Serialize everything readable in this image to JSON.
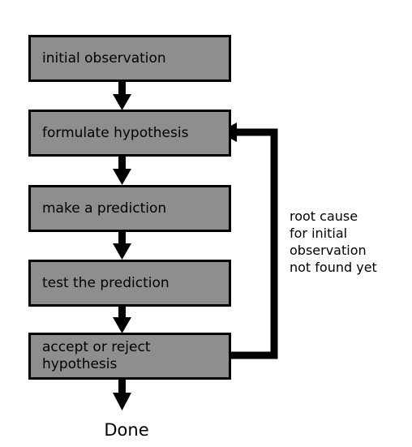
{
  "diagram": {
    "steps": [
      {
        "id": "initial-observation",
        "lines": [
          "initial observation"
        ]
      },
      {
        "id": "formulate-hypothesis",
        "lines": [
          "formulate hypothesis"
        ]
      },
      {
        "id": "make-prediction",
        "lines": [
          "make a prediction"
        ]
      },
      {
        "id": "test-prediction",
        "lines": [
          "test the prediction"
        ]
      },
      {
        "id": "accept-or-reject",
        "lines": [
          "accept or reject",
          "hypothesis"
        ]
      }
    ],
    "loop_label": [
      "root cause",
      "for initial",
      "observation",
      "not found yet"
    ],
    "end_label": "Done",
    "colors": {
      "box_fill": "#8e8e8e",
      "box_border": "#000000",
      "arrow": "#000000",
      "background": "#ffffff",
      "text": "#000000"
    }
  }
}
